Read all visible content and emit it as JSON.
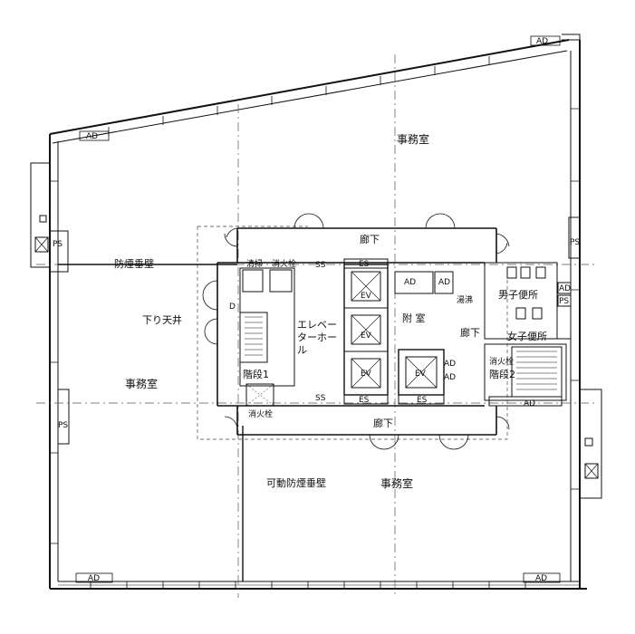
{
  "rooms": {
    "office_north": "事務室",
    "office_west": "事務室",
    "office_south": "事務室",
    "corridor_north": "廊下",
    "corridor_south": "廊下",
    "corridor_east": "廊下",
    "elevator_hall": "エレベーターホール",
    "stairs_1": "階段1",
    "stairs_2": "階段2",
    "mens_toilet": "男子便所",
    "womens_toilet": "女子便所",
    "shaft_room": "附 室",
    "kettle_room": "湯沸",
    "cleaning_room": "清掃"
  },
  "annotations": {
    "smoke_wall": "防煙垂壁",
    "movable_smoke_wall": "可動防煙垂壁",
    "dropped_ceiling": "下り天井",
    "hydrant": "消火栓",
    "hydrant_2": "消火栓",
    "hydrant_3": "消火栓",
    "ss_north": "SS",
    "ss_south": "SS"
  },
  "tags": {
    "ad": "AD",
    "ps": "PS",
    "es": "ES",
    "ev": "EV",
    "d": "D"
  }
}
